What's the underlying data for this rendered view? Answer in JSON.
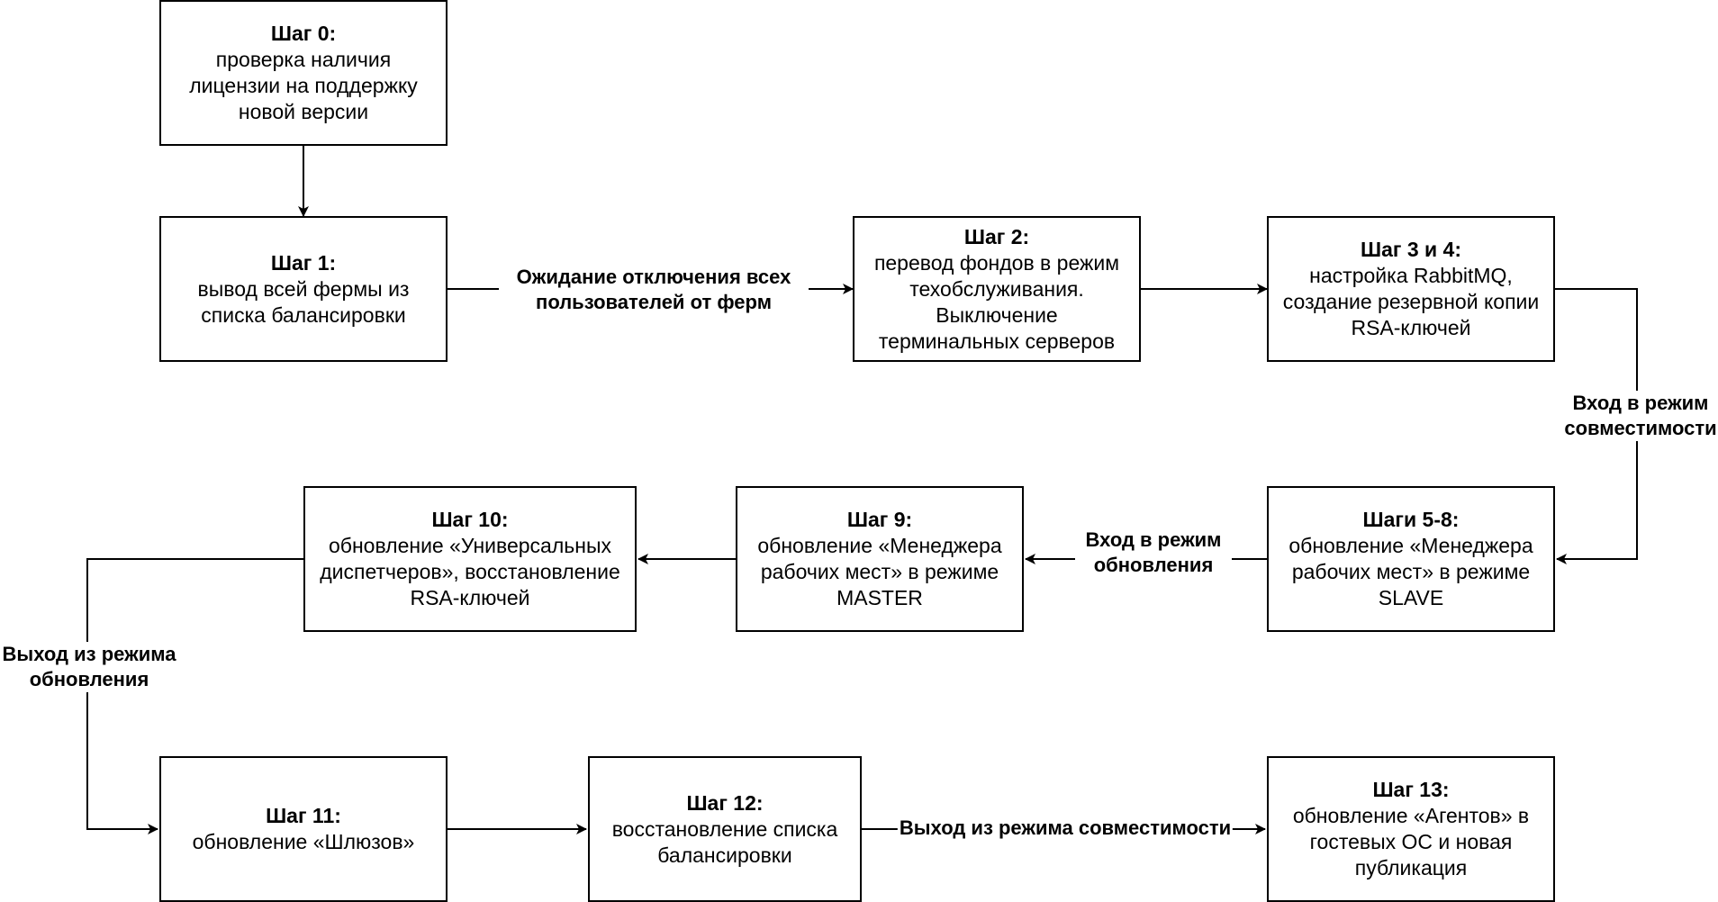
{
  "steps": [
    {
      "title": "Шаг 0:",
      "text": "проверка наличия лицензии на поддержку новой версии"
    },
    {
      "title": "Шаг 1:",
      "text": "вывод всей фермы из списка балансировки"
    },
    {
      "title": "Шаг 2:",
      "text": "перевод фондов в режим техобслуживания. Выключение терминальных серверов"
    },
    {
      "title": "Шаг 3 и 4:",
      "text": "настройка RabbitMQ, создание резервной копии RSA-ключей"
    },
    {
      "title": "Шаги 5-8:",
      "text": "обновление «Менеджера рабочих мест» в режиме SLAVE"
    },
    {
      "title": "Шаг 9:",
      "text": "обновление «Менеджера рабочих мест» в режиме MASTER"
    },
    {
      "title": "Шаг 10:",
      "text": "обновление «Универсальных диспетчеров», восстановление RSA-ключей"
    },
    {
      "title": "Шаг 11:",
      "text": "обновление «Шлюзов»"
    },
    {
      "title": "Шаг 12:",
      "text": "восстановление списка балансировки"
    },
    {
      "title": "Шаг 13:",
      "text": "обновление «Агентов» в гостевых ОС и новая публикация"
    }
  ],
  "edge_labels": {
    "wait_users": "Ожидание отключения всех пользователей от ферм",
    "enter_compat": "Вход в режим совместимости",
    "enter_update": "Вход в режим обновления",
    "exit_update": "Выход из режима обновления",
    "exit_compat": "Выход из режима совместимости"
  }
}
